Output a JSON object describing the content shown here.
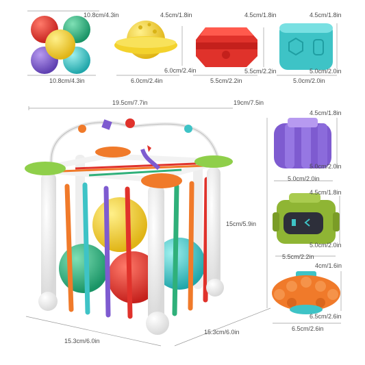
{
  "labels": {
    "balls_width": "10.8cm/4.3in",
    "balls_depth": "10.8cm/4.3in",
    "yellow_height": "4.5cm/1.8in",
    "yellow_diag": "6.0cm/2.4in",
    "yellow_width": "6.0cm/2.4in",
    "red_height": "4.5cm/1.8in",
    "red_diag": "5.5cm/2.2in",
    "red_width": "5.5cm/2.2in",
    "teal_height": "4.5cm/1.8in",
    "teal_diag": "5.0cm/2.0in",
    "teal_width": "5.0cm/2.0in",
    "cube_top_front": "19.5cm/7.7in",
    "cube_top_side": "19cm/7.5in",
    "cube_height": "15cm/5.9in",
    "cube_bottom_front": "15.3cm/6.0in",
    "cube_bottom_side": "15.3cm/6.0in",
    "purple_height": "4.5cm/1.8in",
    "purple_diag": "5.0cm/2.0in",
    "purple_width": "5.0cm/2.0in",
    "robot_height": "4.5cm/1.8in",
    "robot_diag": "5.0cm/2.0in",
    "robot_width": "5.5cm/2.2in",
    "orange_height": "4cm/1.6in",
    "orange_diag": "6.5cm/2.6in",
    "orange_width": "6.5cm/2.6in"
  },
  "colors": {
    "red": "#e0322b",
    "green": "#2fb07a",
    "yellow": "#f3cf2a",
    "purple": "#7e5bd0",
    "teal": "#3ec3c6",
    "orange": "#f07a2a",
    "olive": "#8fb534",
    "dim_line": "#9a9a9a"
  }
}
